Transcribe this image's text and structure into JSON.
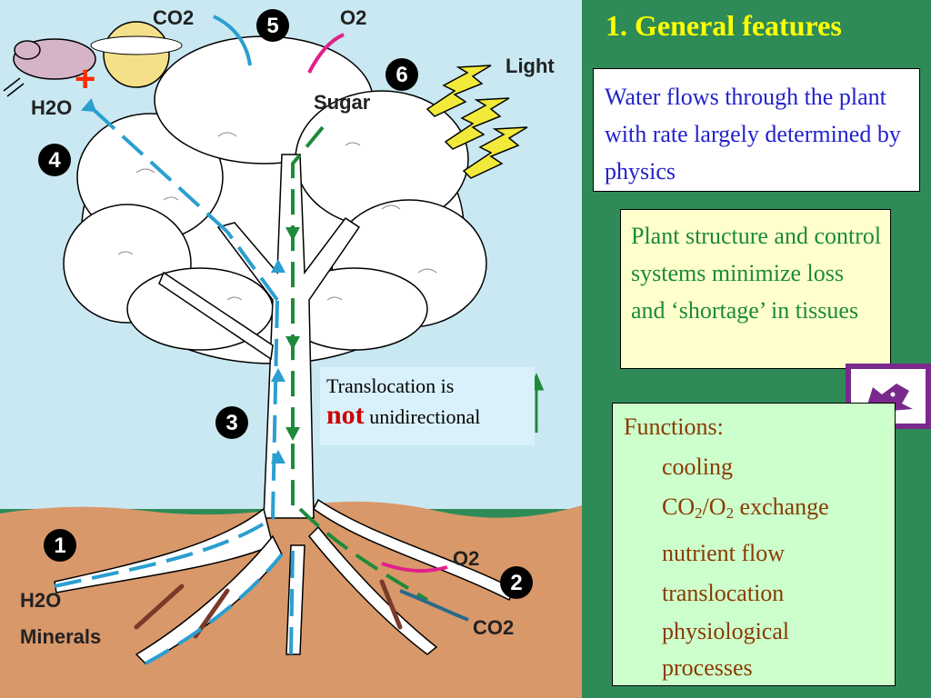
{
  "slide": {
    "title": "1. General features"
  },
  "boxes": {
    "water_flow": "Water flows through the plant with rate largely determined by physics",
    "structure": "Plant structure and control systems minimize  loss and ‘shortage’ in tissues",
    "functions": {
      "heading": "Functions:",
      "items": [
        "cooling",
        "CO2/O2 exchange",
        "nutrient flow",
        "translocation",
        "physiological processes"
      ]
    }
  },
  "translocation_note": {
    "line1": "Translocation is",
    "emphasis": "not",
    "rest": "unidirectional"
  },
  "diagram": {
    "labels": {
      "co2_top": "CO2",
      "o2_top": "O2",
      "light": "Light",
      "sugar": "Sugar",
      "h2o_top": "H2O",
      "o2_root": "O2",
      "co2_root": "CO2",
      "h2o_root": "H2O",
      "minerals": "Minerals",
      "plus": "+"
    },
    "step_numbers": [
      "1",
      "2",
      "3",
      "4",
      "5",
      "6"
    ],
    "colors": {
      "sky": "#c9e8f2",
      "soil": "#d9986a",
      "water_arrow": "#2a9fd0",
      "sugar_arrow": "#1e8a3a",
      "gas_arrow": "#e0208a",
      "light_bolt": "#f2ea3a",
      "number_badge": "#000000"
    },
    "icons": [
      "wind-cloud-icon",
      "moon-cloud-icon",
      "lightning-icon",
      "husky-logo-icon"
    ]
  }
}
